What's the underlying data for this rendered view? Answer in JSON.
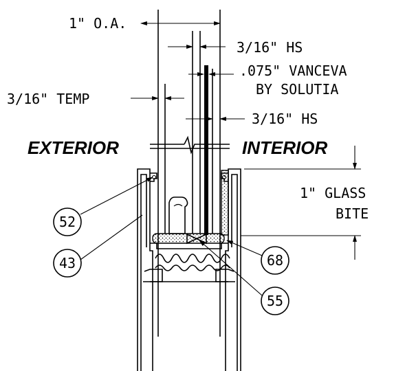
{
  "labels": {
    "overall": "1\" O.A.",
    "hs_top": "3/16\" HS",
    "interlayer_line1": ".075\" VANCEVA",
    "interlayer_line2": "BY SOLUTIA",
    "temp": "3/16\" TEMP",
    "hs_bottom": "3/16\" HS",
    "exterior": "EXTERIOR",
    "interior": "INTERIOR",
    "bite_line1": "1\" GLASS",
    "bite_line2": "BITE"
  },
  "callouts": [
    "52",
    "43",
    "68",
    "55"
  ]
}
